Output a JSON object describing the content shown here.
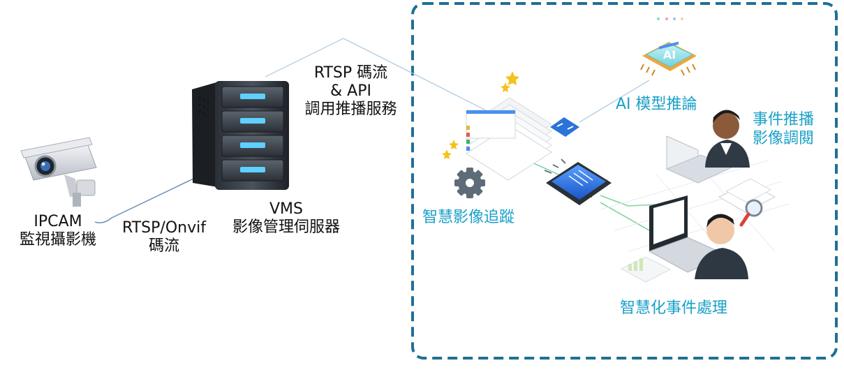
{
  "camera": {
    "line1": "IPCAM",
    "line2": "監視攝影機"
  },
  "link_camera_server": {
    "line1": "RTSP/Onvif",
    "line2": "碼流"
  },
  "server": {
    "line1": "VMS",
    "line2": "影像管理伺服器"
  },
  "link_server_cloud": {
    "line1": "RTSP 碼流",
    "line2": "& API",
    "line3": "調用推播服務"
  },
  "cloud": {
    "tracking": "智慧影像追蹤",
    "ai_inference": "AI 模型推論",
    "ai_chip_text": "AI",
    "event_push": {
      "line1": "事件推播",
      "line2": "影像調閱"
    },
    "event_processing": "智慧化事件處理"
  },
  "colors": {
    "frame": "#1f6f96",
    "label_blue": "#1aa0c8",
    "label_dark": "#111111",
    "connector": "#a8c8e0",
    "circuit": "#7fd4a0"
  }
}
